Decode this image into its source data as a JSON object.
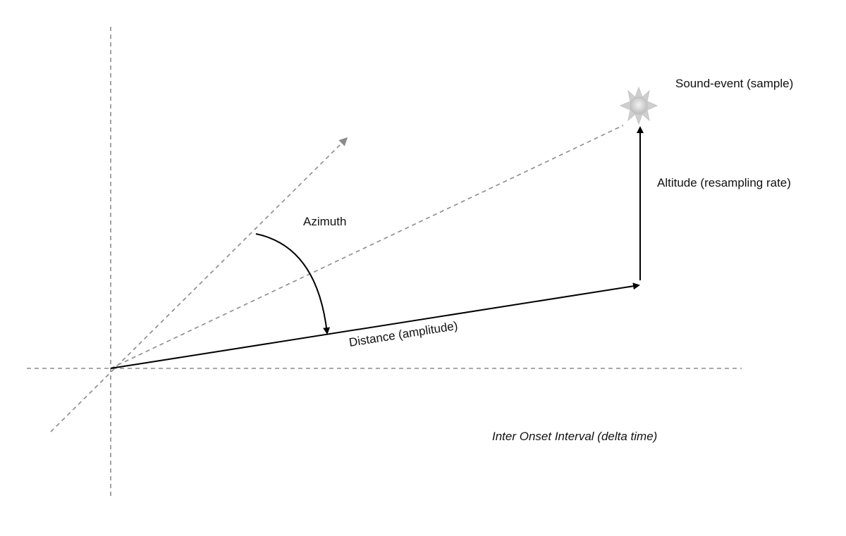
{
  "labels": {
    "sound_event": "Sound-event (sample)",
    "altitude": "Altitude (resampling rate)",
    "azimuth": "Azimuth",
    "distance": "Distance (amplitude)",
    "inter_onset": "Inter Onset Interval (delta time)"
  },
  "icons": {
    "sound_event_marker": "sun-burst-icon"
  },
  "colors": {
    "guide_lines": "#8c8c8c",
    "vectors": "#000000",
    "text": "#111111",
    "marker_fill": "#d9d9d9"
  }
}
